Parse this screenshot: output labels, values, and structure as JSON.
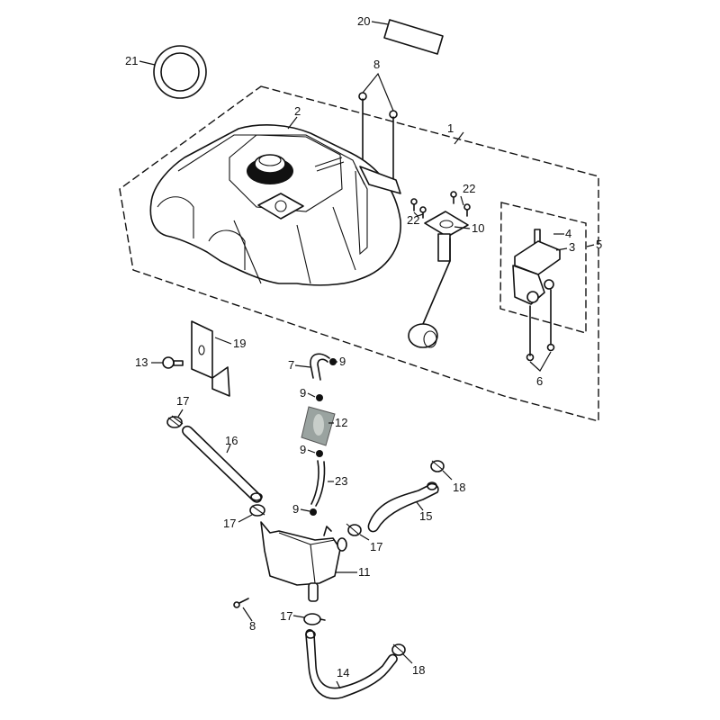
{
  "diagram": {
    "title": "Fuel tank assembly exploded view",
    "callouts": {
      "c1": "1",
      "c2": "2",
      "c3": "3",
      "c4": "4",
      "c5": "5",
      "c6": "6",
      "c7": "7",
      "c8a": "8",
      "c8b": "8",
      "c9a": "9",
      "c9b": "9",
      "c9c": "9",
      "c9d": "9",
      "c10": "10",
      "c11": "11",
      "c12": "12",
      "c13": "13",
      "c14": "14",
      "c15": "15",
      "c16": "16",
      "c17a": "17",
      "c17b": "17",
      "c17c": "17",
      "c17d": "17",
      "c18a": "18",
      "c18b": "18",
      "c19": "19",
      "c20": "20",
      "c21": "21",
      "c22a": "22",
      "c22b": "22",
      "c23": "23"
    }
  }
}
